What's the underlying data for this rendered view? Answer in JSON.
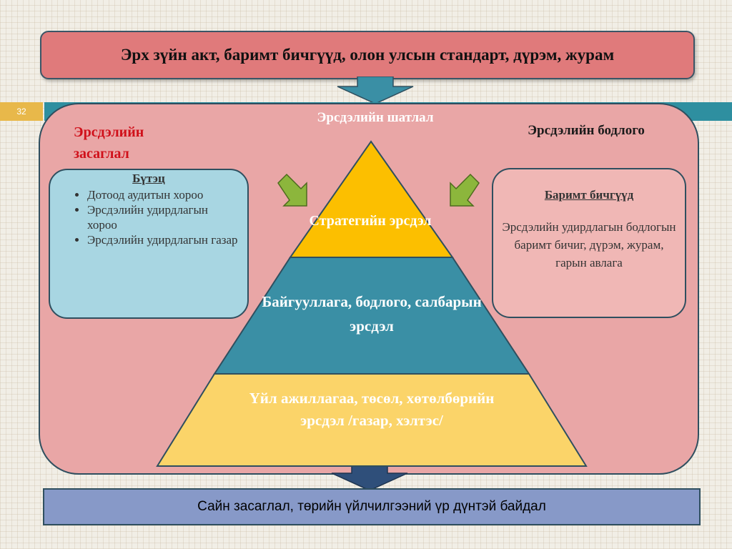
{
  "slide_number": "32",
  "header": {
    "text": "Эрх зүйн акт, баримт бичгүүд, олон улсын стандарт, дүрэм, журам"
  },
  "panel": {
    "governance_label": "Эрсдэлийн засаглал",
    "hierarchy_label": "Эрсдэлийн шатлал",
    "policy_label": "Эрсдэлийн бодлого"
  },
  "structure": {
    "title": "Бүтэц",
    "items": [
      "Дотоод аудитын хороо",
      "Эрсдэлийн удирдлагын хороо",
      "Эрсдэлийн удирдлагын газар"
    ]
  },
  "documents": {
    "title": "Баримт бичгүүд",
    "text": "Эрсдэлийн удирдлагын бодлогын баримт бичиг, дүрэм, журам, гарын авлага"
  },
  "pyramid": {
    "tiers": [
      {
        "label": "Стратегийн эрсдэл",
        "color": "#fcbf00"
      },
      {
        "label": "Байгууллага, бодлого, салбарын эрсдэл",
        "color": "#3a8fa5"
      },
      {
        "label": "Үйл ажиллагаа, төсөл, хөтөлбөрийн эрсдэл /газар, хэлтэс/",
        "color": "#fbd469"
      }
    ]
  },
  "footer": {
    "text": "Сайн засаглал, төрийн үйлчилгээний үр дүнтэй байдал"
  },
  "colors": {
    "header_bg": "#e07a7b",
    "panel_bg": "#e9a6a6",
    "structure_bg": "#a8d6e2",
    "documents_bg": "#f0b7b5",
    "footer_bg": "#8799c8",
    "accent_teal": "#2e8fa0",
    "green_arrow": "#8cb63c",
    "governance_label": "#d0101a"
  }
}
